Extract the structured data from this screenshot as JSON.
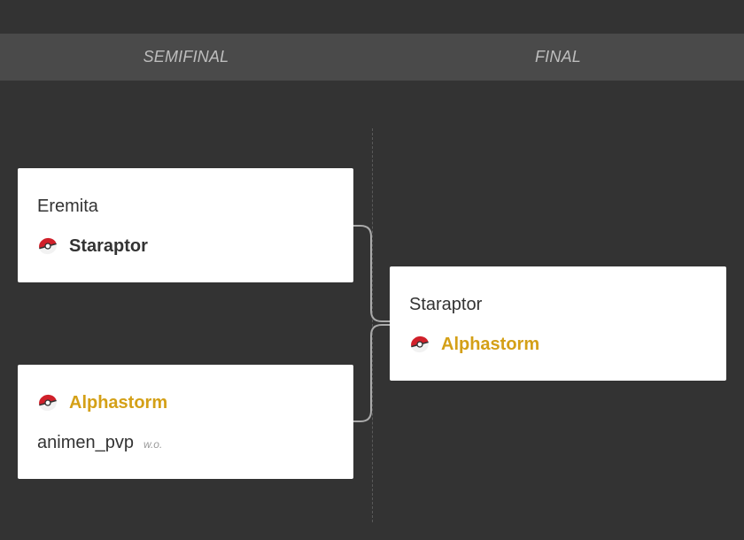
{
  "rounds": [
    "SEMIFINAL",
    "FINAL"
  ],
  "matches": {
    "semi1": {
      "top": {
        "name": "Eremita",
        "icon": "pokeball-icon",
        "icon_visible": false
      },
      "bottom": {
        "name": "Staraptor",
        "icon": "pokeball-icon",
        "icon_visible": true
      }
    },
    "semi2": {
      "top": {
        "name": "Alphastorm",
        "icon": "pokeball-icon",
        "icon_visible": true
      },
      "bottom": {
        "name": "animen_pvp",
        "note": "w.o."
      }
    },
    "final": {
      "top": {
        "name": "Staraptor"
      },
      "bottom": {
        "name": "Alphastorm",
        "icon": "pokeball-icon",
        "icon_visible": true
      }
    }
  },
  "colors": {
    "background": "#333333",
    "header_bar": "#4a4a4a",
    "card": "#ffffff",
    "champion": "#d4a017",
    "connector": "#aaaaaa"
  }
}
